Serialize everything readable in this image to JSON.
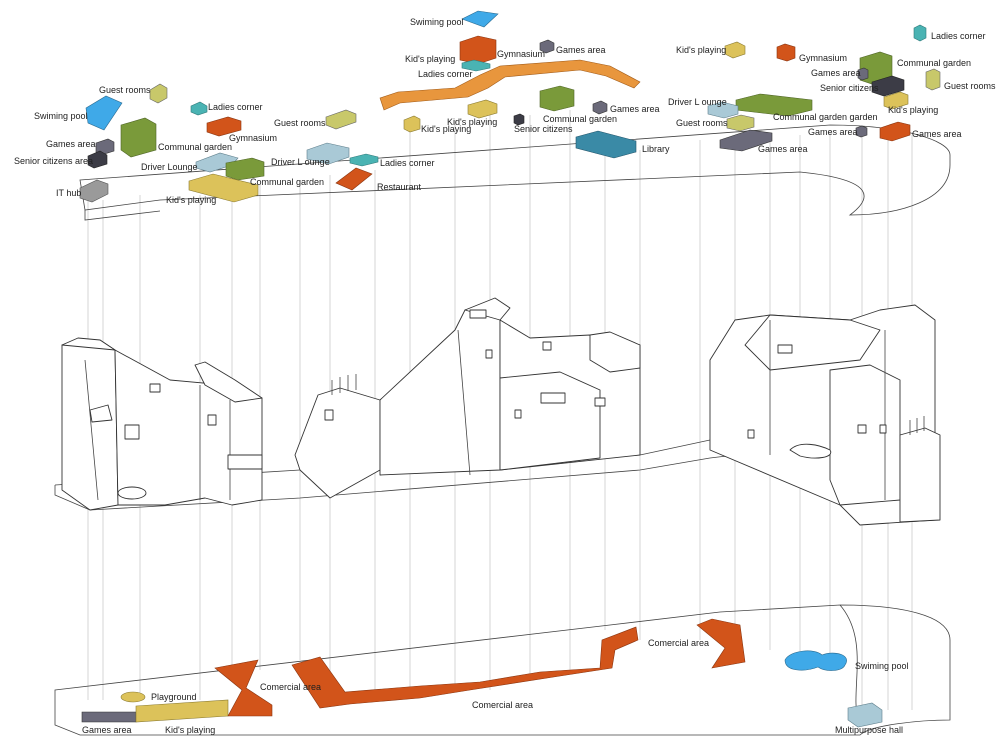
{
  "colors": {
    "blue": "#3fa9e8",
    "green": "#7a9a3a",
    "orange": "#d2541a",
    "tan_orange": "#e8963d",
    "gray": "#9a9a9a",
    "dark": "#3c3c46",
    "teal": "#3a8aa6",
    "yellow": "#dcc25a",
    "khaki": "#c8c86a",
    "lightblue": "#a9c9d6",
    "cyan": "#4ab3b3",
    "purple_gray": "#6b6a7a"
  },
  "top_level": {
    "labels": [
      "Swiming pool",
      "Guest rooms",
      "Ladies corner",
      "Gymnasium",
      "Games area",
      "Communal garden",
      "Senior citizens area",
      "Driver Lounge",
      "IT hub",
      "Kid's playing",
      "Driver L ounge",
      "Communal garden",
      "Guest rooms",
      "Ladies corner",
      "Restaurant",
      "Swiming pool",
      "Kid's playing",
      "Gymnasium",
      "Games area",
      "Ladies corner",
      "Kid's playing",
      "Kid's playing",
      "Communal garden",
      "Senior citizens",
      "Games area",
      "Library",
      "Kid's playing",
      "Gymnasium",
      "Ladies corner",
      "Games area",
      "Communal garden",
      "Senior citizens",
      "Guest rooms",
      "Driver L ounge",
      "Guest rooms",
      "Communal garden garden",
      "Kid's playing",
      "Games area",
      "Games area",
      "Games area"
    ]
  },
  "ground_level": {
    "labels": [
      "Playground",
      "Games area",
      "Kid's playing",
      "Comercial area",
      "Comercial area",
      "Comercial area",
      "Swiming pool",
      "Multipurpose hall"
    ]
  }
}
